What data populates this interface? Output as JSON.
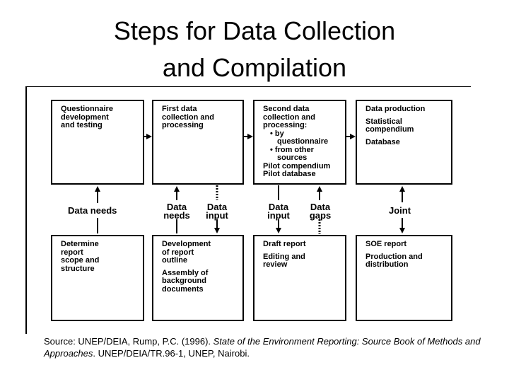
{
  "title": {
    "line1": "Steps for Data Collection",
    "line2": "and Compilation"
  },
  "top_boxes": [
    {
      "lines": [
        "Questionnaire",
        "development",
        "and testing"
      ]
    },
    {
      "lines": [
        "First data",
        "collection and",
        "processing"
      ]
    },
    {
      "lines": [
        "Second data",
        "collection and",
        "processing:",
        "• by",
        "questionnaire",
        "• from other",
        "sources",
        "Pilot compendium",
        "Pilot database"
      ]
    },
    {
      "lines": [
        "Data production",
        "",
        "Statistical",
        "compendium",
        "",
        "Database"
      ]
    }
  ],
  "bottom_boxes": [
    {
      "lines": [
        "Determine",
        "report",
        "scope and",
        "structure"
      ]
    },
    {
      "lines": [
        "Development",
        "of report",
        "outline",
        "",
        "Assembly of",
        "background",
        "documents"
      ]
    },
    {
      "lines": [
        "Draft report",
        "",
        "Editing and",
        "review"
      ]
    },
    {
      "lines": [
        "SOE report",
        "",
        "Production and",
        "distribution"
      ]
    }
  ],
  "labels": {
    "data_needs_1": "Data needs",
    "data_needs_2": [
      "Data",
      "needs"
    ],
    "data_input_1": [
      "Data",
      "input"
    ],
    "data_input_2": [
      "Data",
      "input"
    ],
    "data_gaps": [
      "Data",
      "gaps"
    ],
    "joint": "Joint"
  },
  "source": {
    "prefix": "Source: UNEP/DEIA, Rump, P.C. (1996). ",
    "italic_1": "State of the Environment Reporting: Source Book of Methods and Approaches",
    "suffix": ". UNEP/DEIA/TR.96-1, UNEP, Nairobi."
  }
}
